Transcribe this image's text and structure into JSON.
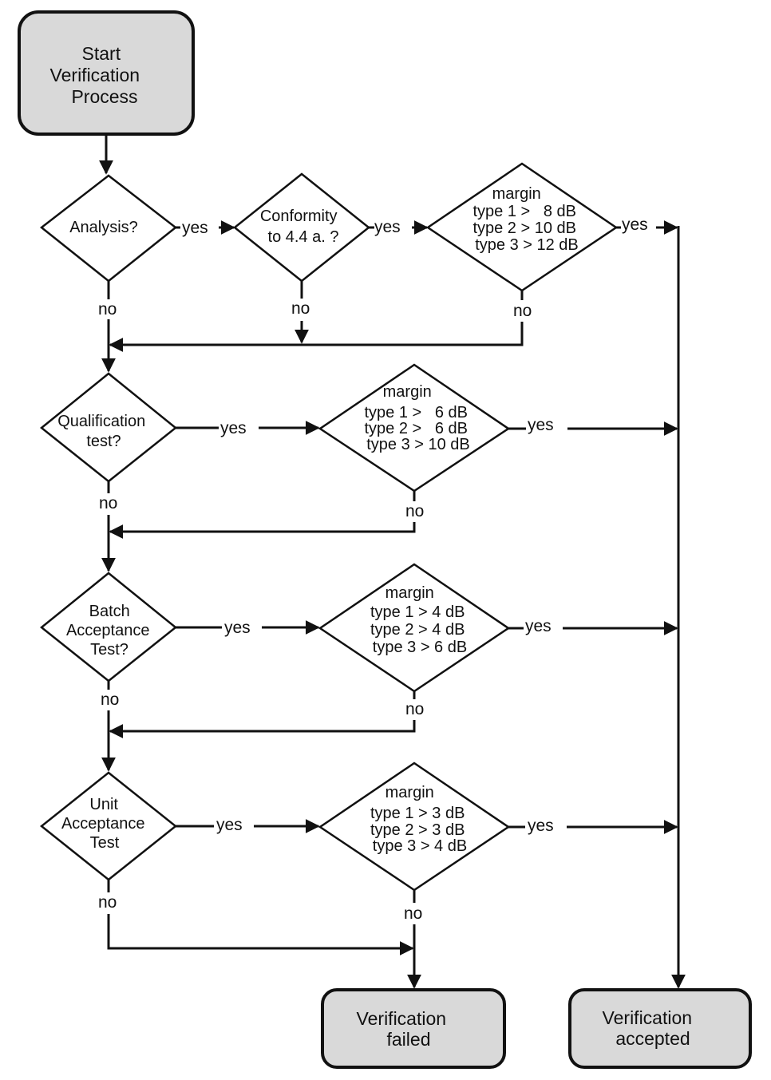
{
  "start": {
    "lines": [
      "Start",
      "Verification",
      "Process"
    ]
  },
  "decisions": {
    "analysis": {
      "lines": [
        "Analysis?"
      ]
    },
    "conformity": {
      "lines": [
        "Conformity",
        "to 4.4 a. ?"
      ]
    },
    "qualification": {
      "lines": [
        "Qualification",
        "test?"
      ]
    },
    "batch": {
      "lines": [
        "Batch",
        "Acceptance",
        "Test?"
      ]
    },
    "unit": {
      "lines": [
        "Unit",
        "Acceptance",
        "Test"
      ]
    }
  },
  "margins": {
    "analysis": {
      "title": "margin",
      "lines": [
        "type 1 >   8 dB",
        "type 2 > 10 dB",
        "type 3 > 12 dB"
      ]
    },
    "qualification": {
      "title": "margin",
      "lines": [
        "type 1 >   6 dB",
        "type 2 >   6 dB",
        "type 3 > 10 dB"
      ]
    },
    "batch": {
      "title": "margin",
      "lines": [
        "type 1 > 4 dB",
        "type 2 > 4 dB",
        "type 3 > 6 dB"
      ]
    },
    "unit": {
      "title": "margin",
      "lines": [
        "type 1 > 3 dB",
        "type 2 > 3 dB",
        "type 3 > 4 dB"
      ]
    }
  },
  "edge_labels": {
    "yes": "yes",
    "no": "no"
  },
  "terminals": {
    "failed": {
      "lines": [
        "Verification",
        "failed"
      ]
    },
    "accepted": {
      "lines": [
        "Verification",
        "accepted"
      ]
    }
  }
}
